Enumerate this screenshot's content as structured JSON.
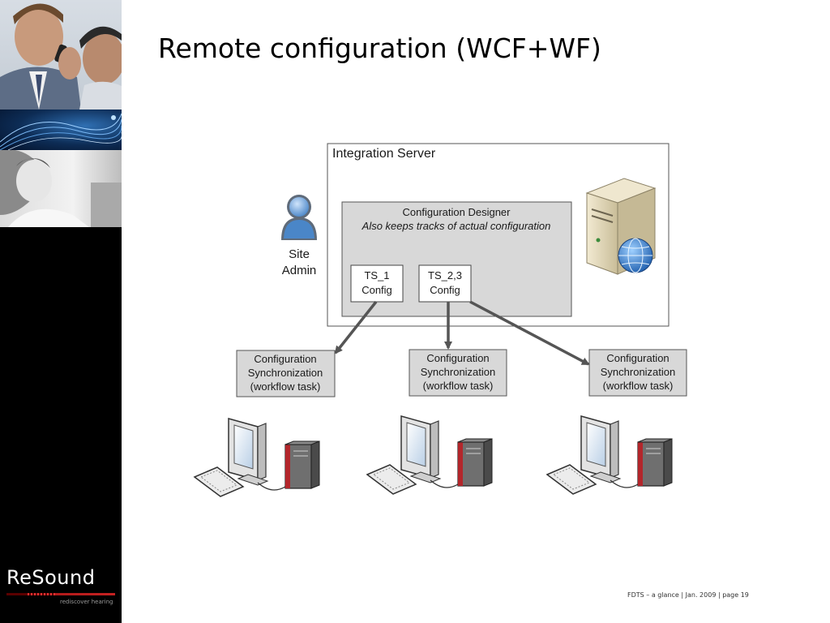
{
  "slide": {
    "title": "Remote configuration (WCF+WF)",
    "footer": "FDTS – a glance | Jan. 2009 | page 19"
  },
  "brand": {
    "logo_text": "ReSound",
    "tagline": "rediscover hearing"
  },
  "diagram": {
    "integration_server_label": "Integration Server",
    "designer": {
      "title": "Configuration Designer",
      "subtitle": "Also keeps tracks of actual configuration"
    },
    "configs": [
      {
        "line1": "TS_1",
        "line2": "Config"
      },
      {
        "line1": "TS_2,3",
        "line2": "Config"
      }
    ],
    "site_admin": {
      "line1": "Site",
      "line2": "Admin"
    },
    "sync_tasks": [
      {
        "line1": "Configuration",
        "line2": "Synchronization",
        "line3": "(workflow task)"
      },
      {
        "line1": "Configuration",
        "line2": "Synchronization",
        "line3": "(workflow task)"
      },
      {
        "line1": "Configuration",
        "line2": "Synchronization",
        "line3": "(workflow task)"
      }
    ],
    "icons": {
      "admin": "user-icon",
      "server": "server-globe-icon",
      "workstation": "workstation-icon"
    },
    "colors": {
      "designer_fill": "#d8d8d8",
      "sync_fill": "#d8d8d8",
      "arrow": "#555555",
      "tower_accent": "#b3262b",
      "admin_blue": "#4a86c8"
    }
  }
}
